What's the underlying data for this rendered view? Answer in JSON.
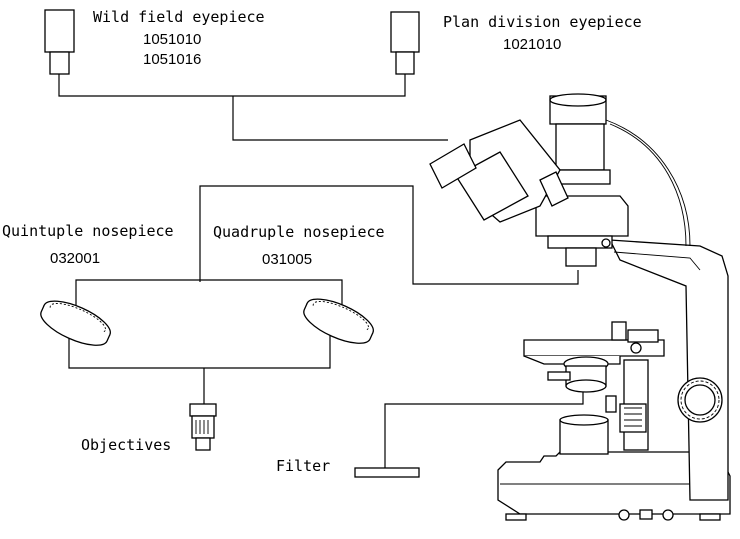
{
  "labels": {
    "wild_field_eyepiece": {
      "title": "Wild field eyepiece",
      "codes": [
        "1051010",
        "1051016"
      ]
    },
    "plan_division_eyepiece": {
      "title": "Plan division eyepiece",
      "codes": [
        "1021010"
      ]
    },
    "quintuple_nosepiece": {
      "title": "Quintuple nosepiece",
      "codes": [
        "032001"
      ]
    },
    "quadruple_nosepiece": {
      "title": "Quadruple nosepiece",
      "codes": [
        "031005"
      ]
    },
    "objectives": {
      "title": "Objectives"
    },
    "filter": {
      "title": "Filter"
    }
  }
}
